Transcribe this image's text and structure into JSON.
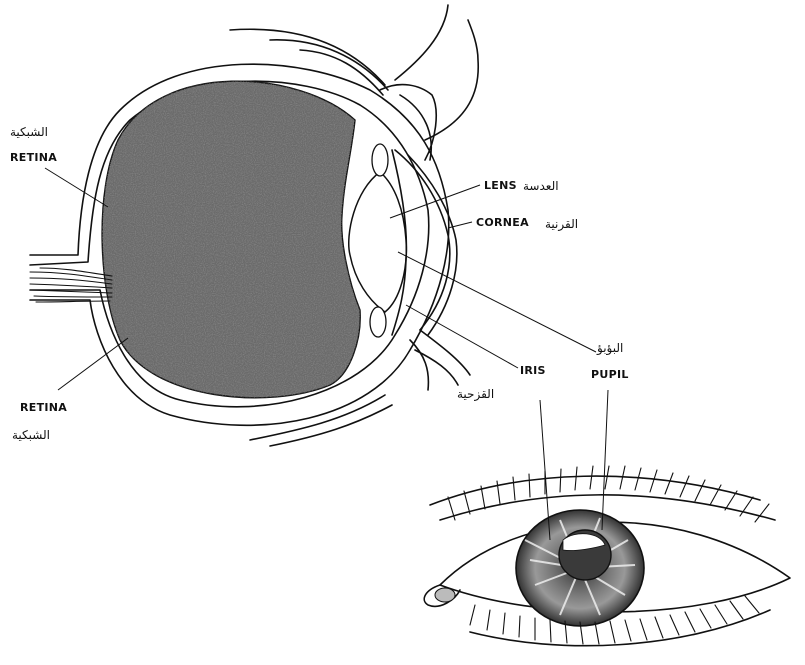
{
  "labels": {
    "retina_top_ar": "الشبكية",
    "retina_top_en": "RETINA",
    "retina_bottom_en": "RETINA",
    "retina_bottom_ar": "الشبكية",
    "lens_en": "LENS",
    "lens_ar": "العدسة",
    "cornea_en": "CORNEA",
    "cornea_ar": "القرنية",
    "pupil_ar": "البؤبؤ",
    "pupil_en": "PUPIL",
    "iris_en": "IRIS",
    "iris_ar": "القزحية"
  },
  "colors": {
    "ink": "#111111",
    "vitreous_fill": "#5a5a5a",
    "background": "#ffffff"
  }
}
